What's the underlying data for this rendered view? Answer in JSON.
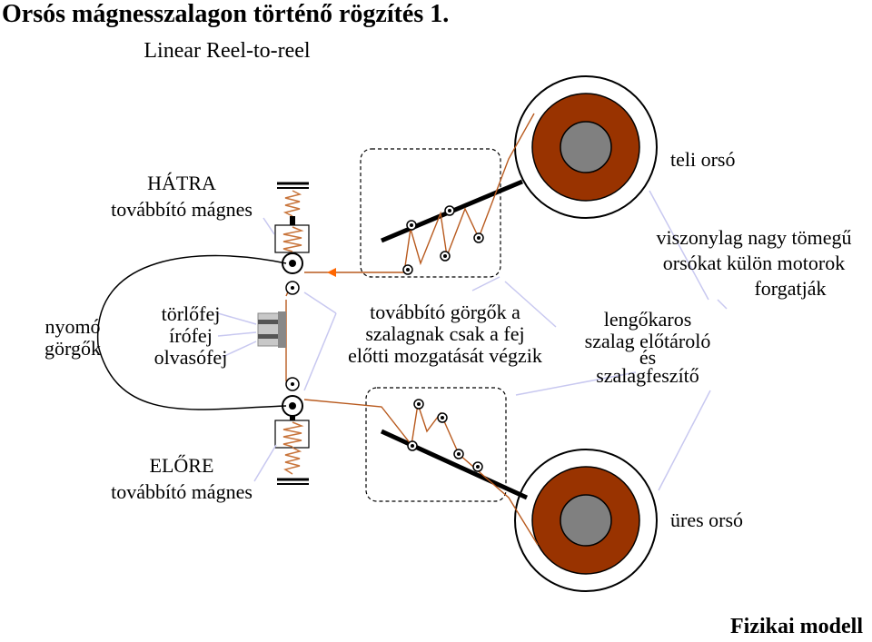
{
  "title": "Orsós mágnesszalagon történő rögzítés 1.",
  "subtitle": "Linear Reel-to-reel",
  "labels": {
    "hatra_line1": "HÁTRA",
    "hatra_line2": "továbbító mágnes",
    "elore_line1": "ELŐRE",
    "elore_line2": "továbbító mágnes",
    "nyomo_line1": "nyomó",
    "nyomo_line2": "görgők",
    "head_line1": "törlőfej",
    "head_line2": "írófej",
    "head_line3": "olvasófej",
    "roller_line1": "továbbító görgők a",
    "roller_line2": "szalagnak csak a fej",
    "roller_line3": "előtti mozgatását végzik",
    "teli_orso": "teli orsó",
    "motor_line1": "viszonylag nagy tömegű",
    "motor_line2": "orsókat külön motorok",
    "motor_line3": "forgatják",
    "lever_line1": "lengőkaros",
    "lever_line2": "szalag előtároló",
    "lever_line3": "és",
    "lever_line4": "szalagfeszítő",
    "ures_orso": "üres orsó"
  },
  "footer": "Fizikai modell",
  "colors": {
    "tape": "#b85a1e",
    "spring": "#c8743a",
    "reel_tape": "#993300",
    "hub": "#808080",
    "pointer": "#c8c8f0",
    "arrow_head": "#ff6600"
  }
}
